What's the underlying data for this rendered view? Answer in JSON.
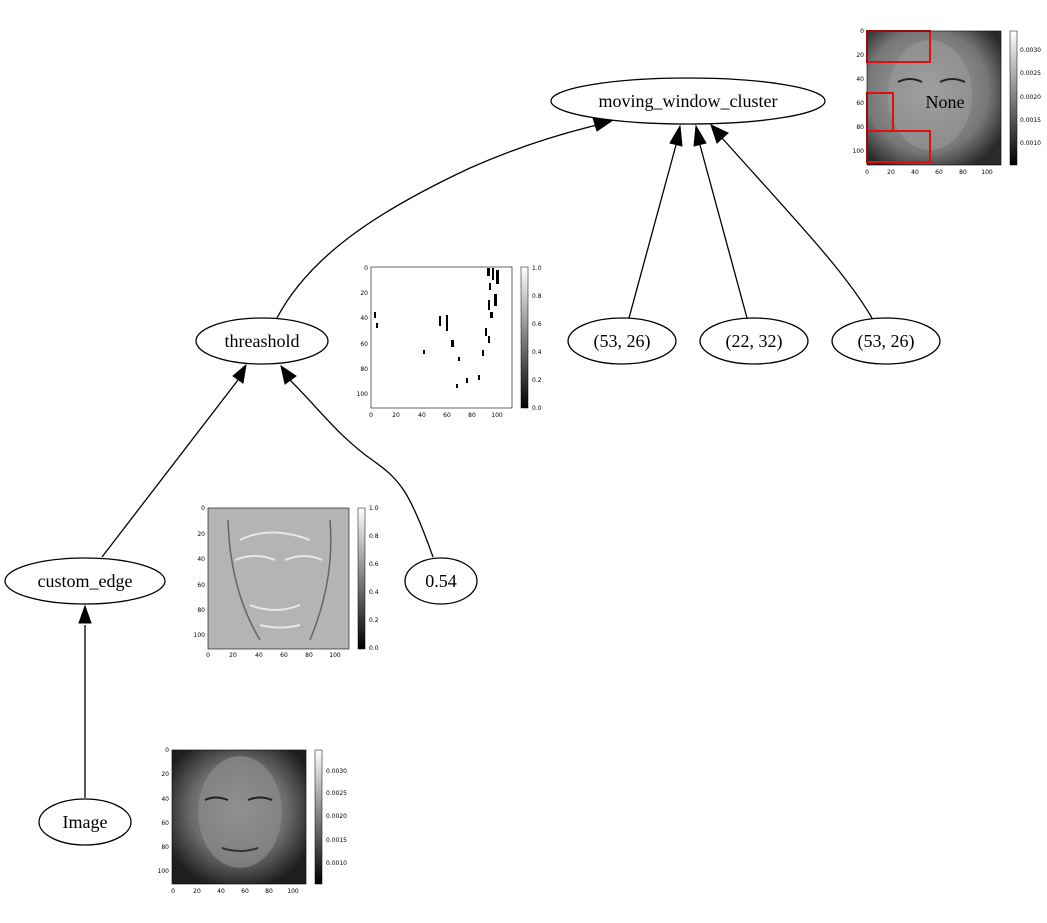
{
  "nodes": {
    "image": "Image",
    "custom_edge": "custom_edge",
    "threshold": "threashold",
    "threshold_value": "0.54",
    "cluster": "moving_window_cluster",
    "arg1": "(53, 26)",
    "arg2": "(22, 32)",
    "arg3": "(53, 26)",
    "output": "None"
  },
  "plots": {
    "image_plot": {
      "y_ticks": [
        "0",
        "20",
        "40",
        "60",
        "80",
        "100"
      ],
      "x_ticks": [
        "0",
        "20",
        "40",
        "60",
        "80",
        "100"
      ],
      "colorbar_ticks": [
        "0.0030",
        "0.0025",
        "0.0020",
        "0.0015",
        "0.0010"
      ]
    },
    "edge_plot": {
      "y_ticks": [
        "0",
        "20",
        "40",
        "60",
        "80",
        "100"
      ],
      "x_ticks": [
        "0",
        "20",
        "40",
        "60",
        "80",
        "100"
      ],
      "colorbar_ticks": [
        "1.0",
        "0.8",
        "0.6",
        "0.4",
        "0.2",
        "0.0"
      ]
    },
    "threshold_plot": {
      "y_ticks": [
        "0",
        "20",
        "40",
        "60",
        "80",
        "100"
      ],
      "x_ticks": [
        "0",
        "20",
        "40",
        "60",
        "80",
        "100"
      ],
      "colorbar_ticks": [
        "1.0",
        "0.8",
        "0.6",
        "0.4",
        "0.2",
        "0.0"
      ]
    },
    "cluster_plot": {
      "y_ticks": [
        "0",
        "20",
        "40",
        "60",
        "80",
        "100"
      ],
      "x_ticks": [
        "0",
        "20",
        "40",
        "60",
        "80",
        "100"
      ],
      "colorbar_ticks": [
        "0.0030",
        "0.0025",
        "0.0020",
        "0.0015",
        "0.0010"
      ]
    }
  },
  "colors": {
    "cluster_box": "#e01010"
  }
}
